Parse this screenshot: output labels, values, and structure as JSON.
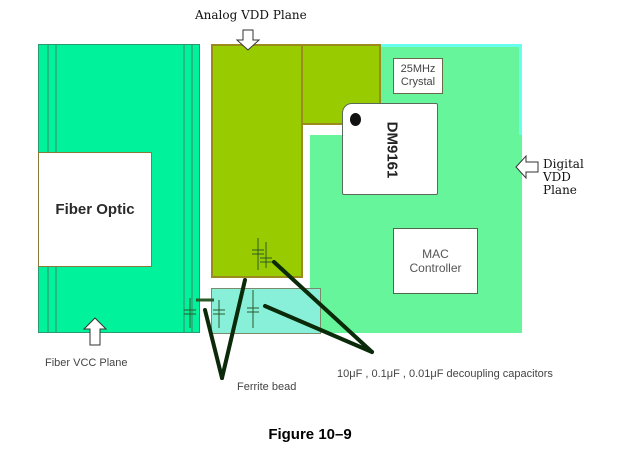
{
  "diagram": {
    "title_label": "Analog VDD Plane",
    "regions": {
      "fiber_optic": "Fiber Optic",
      "crystal": [
        "25MHz",
        "Crystal"
      ],
      "chip": "DM9161",
      "mac": [
        "MAC",
        "Controller"
      ]
    },
    "labels": {
      "digital_vdd": [
        "Digital",
        "VDD",
        "Plane"
      ],
      "fiber_vcc": "Fiber VCC Plane",
      "ferrite_bead": "Ferrite bead",
      "decoupling": "10μF , 0.1μF , 0.01μF decoupling capacitors"
    },
    "colors": {
      "fiber_plane": "#00f39a",
      "analog_plane": "#99cc00",
      "digital_plane": "#66f59a",
      "pointer": "#0a2a0a"
    }
  },
  "caption": "Figure 10–9"
}
